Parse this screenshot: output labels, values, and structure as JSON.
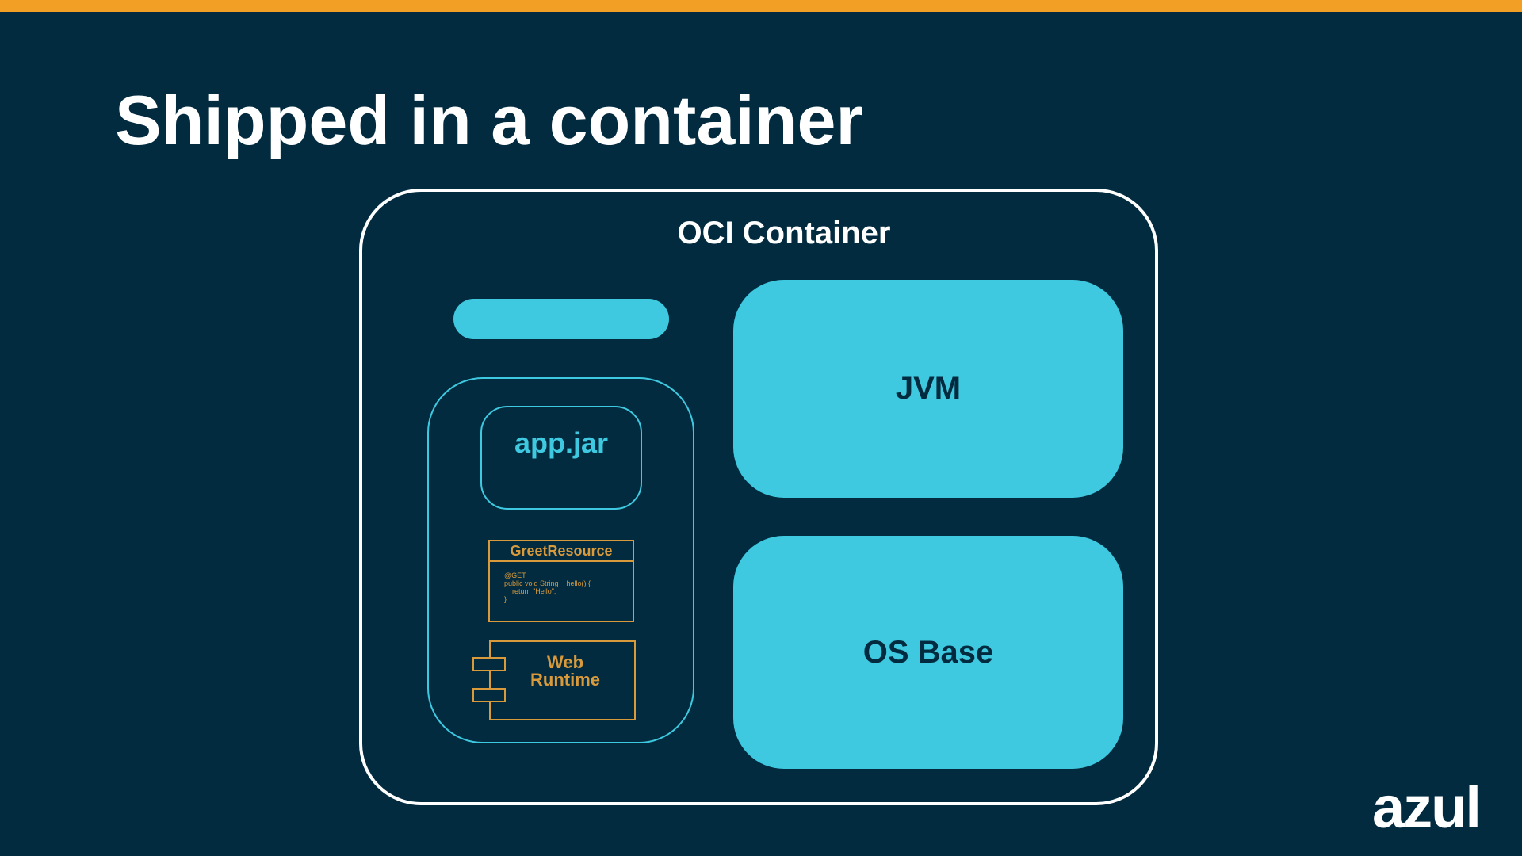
{
  "slide": {
    "title": "Shipped in a container",
    "logo_text": "azul"
  },
  "diagram": {
    "container_label": "OCI Container",
    "app_jar_label": "app.jar",
    "class_name": "GreetResource",
    "class_code": "@GET\npublic void String    hello() {\n    return \"Hello\";\n}",
    "component_label": "Web\nRuntime",
    "jvm_label": "JVM",
    "os_label": "OS Base"
  },
  "colors": {
    "background": "#022b3f",
    "accent_bar": "#f29f25",
    "cyan": "#3ec9e0",
    "uml_gold": "#d99a3b",
    "white": "#ffffff"
  }
}
